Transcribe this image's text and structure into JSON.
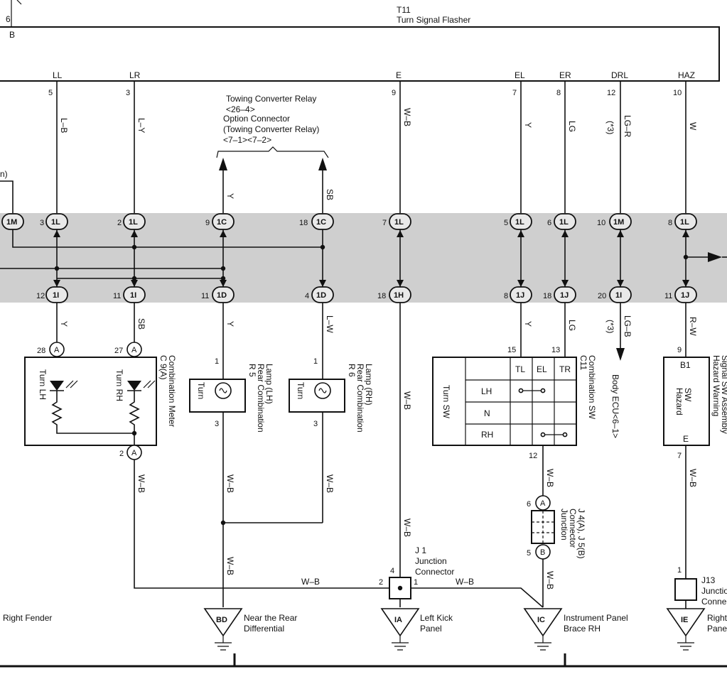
{
  "flasher": {
    "name": "T11",
    "description": "Turn Signal Flasher",
    "pin_b_number": "6",
    "pin_b_label": "B",
    "terminals": [
      {
        "label": "LL",
        "pin": "5",
        "wire": "L–B"
      },
      {
        "label": "LR",
        "pin": "3",
        "wire": "L–Y"
      },
      {
        "label": "E",
        "pin": "9",
        "wire": "W–B"
      },
      {
        "label": "EL",
        "pin": "7",
        "wire": "Y"
      },
      {
        "label": "ER",
        "pin": "8",
        "wire": "LG"
      },
      {
        "label": "DRL",
        "pin": "12",
        "wire": "LG–R",
        "note": "(*3)"
      },
      {
        "label": "HAZ",
        "pin": "10",
        "wire": "W"
      }
    ]
  },
  "towing": {
    "line1": "Towing Converter Relay",
    "line2": "<26–4>",
    "line3": "Option Connector",
    "line4": "(Towing Converter Relay)",
    "line5": "<7–1><7–2>",
    "wire_left": "Y",
    "wire_right": "SB"
  },
  "left_fragment": "n)",
  "upper_connectors": [
    {
      "pin": "",
      "code": "1M"
    },
    {
      "pin": "3",
      "code": "1L"
    },
    {
      "pin": "2",
      "code": "1L"
    },
    {
      "pin": "9",
      "code": "1C"
    },
    {
      "pin": "18",
      "code": "1C"
    },
    {
      "pin": "7",
      "code": "1L"
    },
    {
      "pin": "5",
      "code": "1L"
    },
    {
      "pin": "6",
      "code": "1L"
    },
    {
      "pin": "10",
      "code": "1M"
    },
    {
      "pin": "8",
      "code": "1L"
    }
  ],
  "lower_connectors": [
    {
      "pin": "12",
      "code": "1I",
      "wire": "Y"
    },
    {
      "pin": "11",
      "code": "1I",
      "wire": "SB"
    },
    {
      "pin": "11",
      "code": "1D",
      "wire": "Y"
    },
    {
      "pin": "4",
      "code": "1D",
      "wire": "L–W"
    },
    {
      "pin": "18",
      "code": "1H",
      "wire": "W–B"
    },
    {
      "pin": "8",
      "code": "1J",
      "wire": "Y"
    },
    {
      "pin": "18",
      "code": "1J",
      "wire": "LG"
    },
    {
      "pin": "20",
      "code": "1I",
      "wire": "LG–B",
      "note": "(*3)"
    },
    {
      "pin": "11",
      "code": "1J",
      "wire": "R–W"
    }
  ],
  "meter": {
    "name": "C 9(A)",
    "description": "Combination Meter",
    "pin_left": "28",
    "pin_right": "27",
    "pin_bottom": "2",
    "connector": "A",
    "turn_lh": "Turn LH",
    "turn_rh": "Turn RH",
    "ground_wire": "W–B"
  },
  "lamp_r5": {
    "name": "R 5",
    "line1": "Rear Combination",
    "line2": "Lamp (LH)",
    "label": "Turn",
    "pin_top": "1",
    "pin_bottom": "3",
    "wire_down": "W–B"
  },
  "lamp_r6": {
    "name": "R 6",
    "line1": "Rear Combination",
    "line2": "Lamp (RH)",
    "label": "Turn",
    "pin_top": "1",
    "pin_bottom": "3",
    "wire_down": "W–B"
  },
  "bd_wire": "W–B",
  "e_wire_down": "W–B",
  "combo_sw": {
    "name": "C11",
    "description": "Combination SW",
    "label": "Turn SW",
    "cols": [
      "TL",
      "EL",
      "TR"
    ],
    "rows": [
      "LH",
      "N",
      "RH"
    ],
    "pin_left": "15",
    "pin_right": "13",
    "pin_bottom": "12",
    "wire_down": "W–B"
  },
  "junction_j4": {
    "name": "J 4(A), J 5(B)",
    "line1": "Junction",
    "line2": "Connector",
    "pin_a": "6",
    "pin_b": "5",
    "conn_a": "A",
    "conn_b": "B",
    "wire_down": "W–B"
  },
  "junction_j1": {
    "name": "J 1",
    "line1": "Junction",
    "line2": "Connector",
    "pin_top": "4",
    "pin_left": "2",
    "pin_right": "1",
    "wire_left": "W–B",
    "wire_right": "W–B"
  },
  "hazard_sw": {
    "line1": "Hazard Warning",
    "line2": "Signal SW Assembly",
    "label_line1": "Hazard",
    "label_line2": "SW",
    "pin_top": "9",
    "pin_b1": "B1",
    "pin_e": "E",
    "pin_bottom": "7",
    "wire_down": "W–B"
  },
  "junction_j13": {
    "name": "J13",
    "line1": "Junction",
    "line2": "Conne",
    "pin": "1"
  },
  "body_ecu": "Body ECU<6–1>",
  "grounds": [
    {
      "code": "BD",
      "line1": "Near the Rear",
      "line2": "Differential"
    },
    {
      "code": "IA",
      "line1": "Left Kick",
      "line2": "Panel"
    },
    {
      "code": "IC",
      "line1": "Instrument Panel",
      "line2": "Brace RH"
    },
    {
      "code": "IE",
      "line1": "Right",
      "line2": "Pane"
    }
  ],
  "right_fender": "Right Fender"
}
